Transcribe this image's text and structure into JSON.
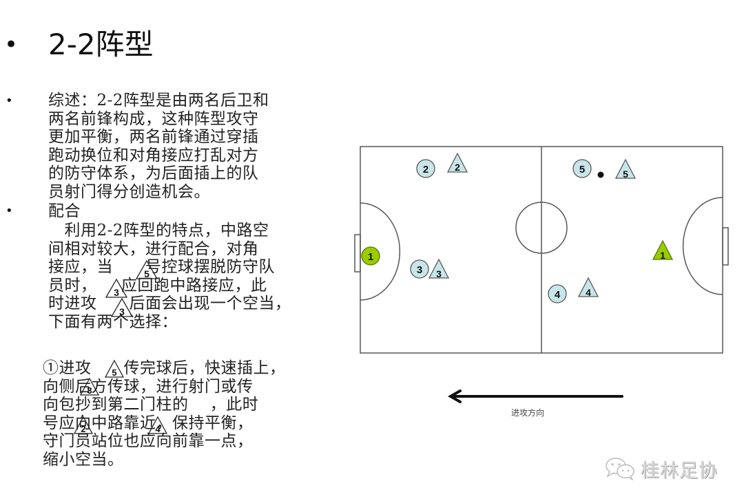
{
  "slide": {
    "title": "2-2阵型",
    "bullet_glyph": "•",
    "summary": {
      "lines": [
        "综述：2-2阵型是由两名后卫和",
        "两名前锋构成，这种阵型攻守",
        "更加平衡，两名前锋通过穿插",
        "跑动换位和对角接应打乱对方",
        "的防守体系，为后面插上的队",
        "员射门得分创造机会。"
      ]
    },
    "coordination": {
      "heading": "配合",
      "lines": [
        "　利用2-2阵型的特点，中路空",
        "间相对较大，进行配合，对角",
        "接应，当　　号控球摆脱防守队",
        "员时，　　应回跑中路接应，此",
        "时进攻　　后面会出现一个空当，",
        "下面有两个选择："
      ],
      "inline_markers": [
        {
          "label": "5",
          "line": 2
        },
        {
          "label": "3",
          "line": 3
        },
        {
          "label": "3",
          "line": 4
        }
      ]
    },
    "option1": {
      "lines": [
        "①进攻　　传完球后，快速插上，",
        "向侧后方传球，进行射门或传",
        "向包抄到第二门柱的　 ，此时",
        "号应向中路靠近，保持平衡，",
        "守门员站位也应向前靠一点，",
        "缩小空当。"
      ],
      "inline_markers": [
        {
          "label": "5"
        },
        {
          "label": "3"
        },
        {
          "label": "2"
        },
        {
          "label": "4"
        }
      ]
    }
  },
  "diagram": {
    "colors": {
      "player_fill": "#c8e6ea",
      "keeper_fill": "#99cc00",
      "line": "#555555",
      "ball": "#111111"
    },
    "defenders_circles": [
      {
        "label": "2",
        "role": "player"
      },
      {
        "label": "3",
        "role": "player"
      },
      {
        "label": "5",
        "role": "player"
      },
      {
        "label": "4",
        "role": "player"
      },
      {
        "label": "1",
        "role": "keeper"
      }
    ],
    "attackers_triangles": [
      {
        "label": "2",
        "role": "player"
      },
      {
        "label": "3",
        "role": "player"
      },
      {
        "label": "5",
        "role": "player"
      },
      {
        "label": "4",
        "role": "player"
      },
      {
        "label": "1",
        "role": "keeper"
      }
    ],
    "ball": true,
    "direction_caption": "进攻方向",
    "direction": "left"
  },
  "watermark": {
    "icon": "wechat-icon",
    "text": "桂林足协"
  }
}
